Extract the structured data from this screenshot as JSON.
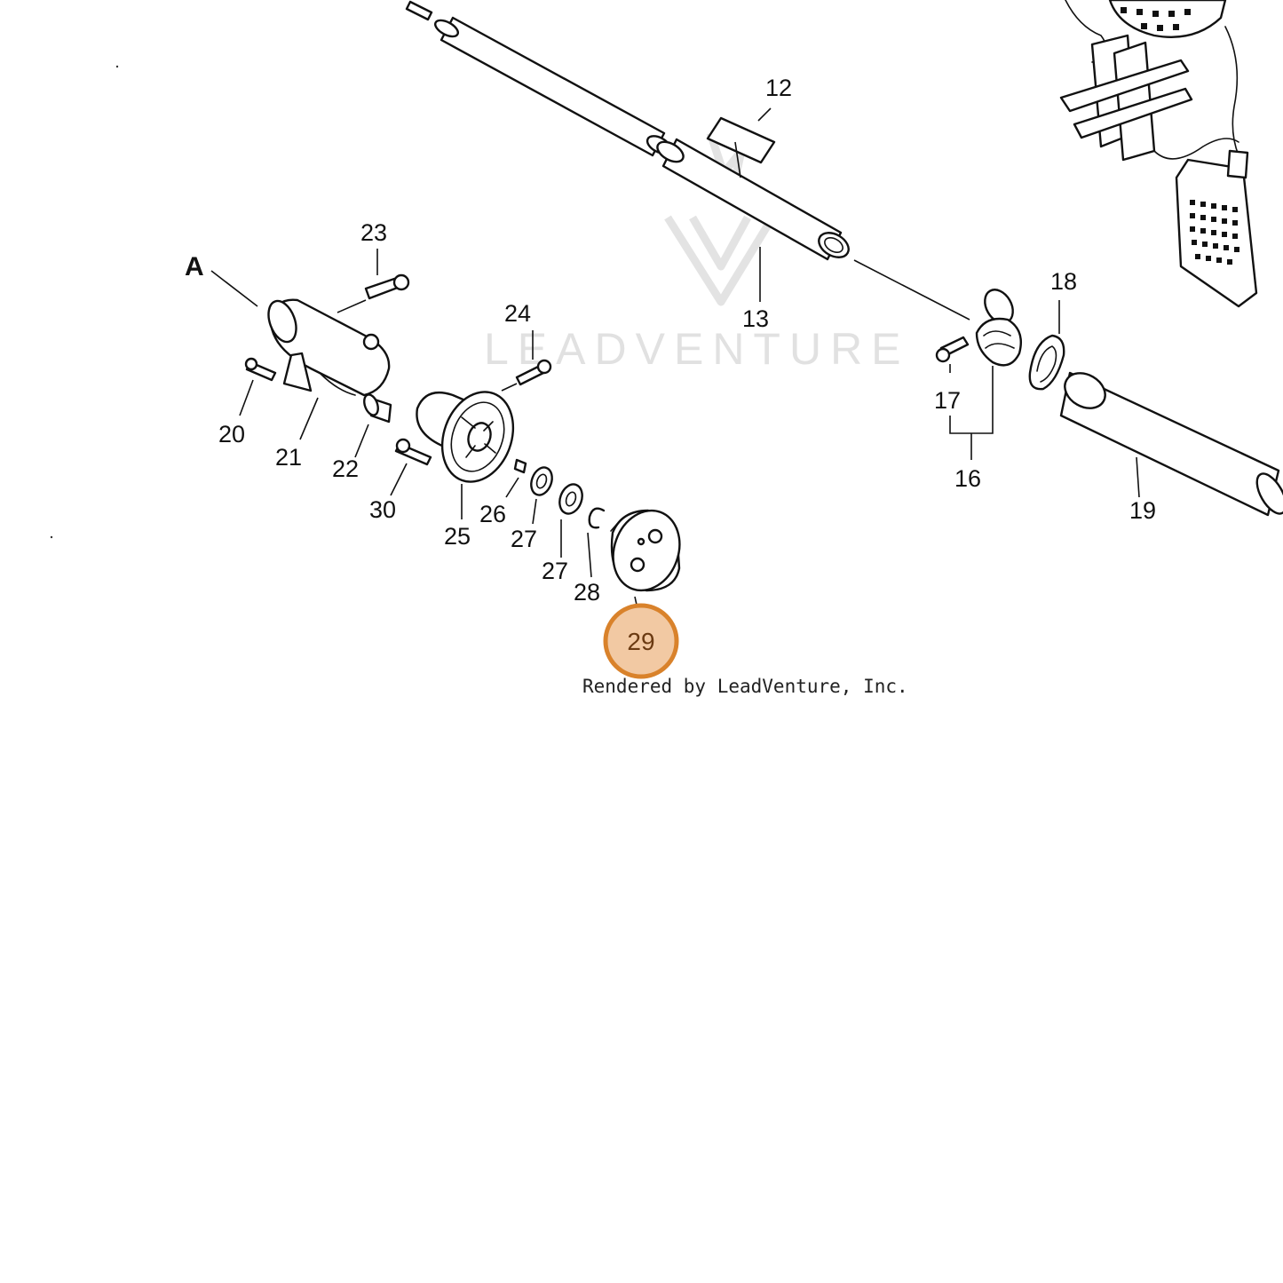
{
  "diagram": {
    "section_label": "A",
    "watermark": "LEADVENTURE",
    "credit": "Rendered by LeadVenture, Inc.",
    "highlighted_part": "29",
    "callouts": {
      "p12": "12",
      "p13": "13",
      "p16": "16",
      "p17": "17",
      "p18": "18",
      "p19": "19",
      "p20": "20",
      "p21": "21",
      "p22": "22",
      "p23": "23",
      "p24": "24",
      "p25": "25",
      "p26": "26",
      "p27a": "27",
      "p27b": "27",
      "p28": "28",
      "p29": "29",
      "p30": "30"
    },
    "colors": {
      "highlight_fill": "#f2c9a3",
      "highlight_stroke": "#d9822b",
      "line": "#111111"
    }
  }
}
